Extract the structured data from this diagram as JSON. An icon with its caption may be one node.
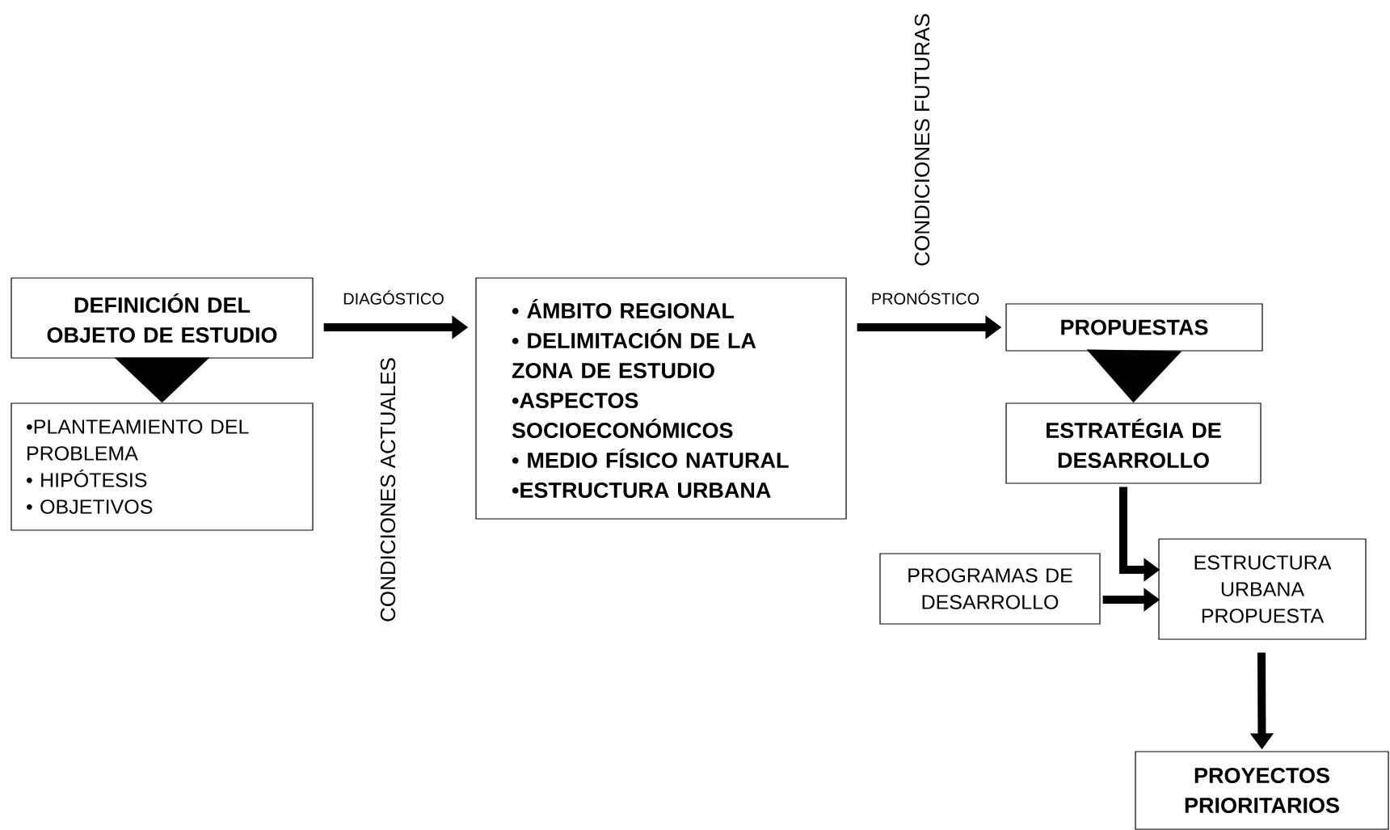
{
  "diagram": {
    "nodes": [
      {
        "text": [
          "DEFINICIÓN DEL OBJETO DE ESTUDIO"
        ]
      },
      {
        "text": [
          "•PLANTEAMIENTO DEL PROBLEMA",
          "• HIPÓTESIS",
          "• OBJETIVOS"
        ]
      },
      {
        "text": [
          "• ÁMBITO REGIONAL",
          "• DELIMITACIÓN DE LA ZONA DE ESTUDIO",
          "•ASPECTOS SOCIOECONÓMICOS",
          "• MEDIO FÍSICO NATURAL",
          "•ESTRUCTURA URBANA"
        ]
      },
      {
        "text": [
          "PROPUESTAS"
        ]
      },
      {
        "text": [
          "ESTRATÉGIA DE DESARROLLO"
        ]
      },
      {
        "text": [
          "PROGRAMAS DE DESARROLLO"
        ]
      },
      {
        "text": [
          "ESTRUCTURA URBANA PROPUESTA"
        ]
      },
      {
        "text": [
          "PROYECTOS PRIORITARIOS"
        ]
      }
    ],
    "edges": [
      {
        "from": 0,
        "to": 1,
        "arrow": "to"
      },
      {
        "from": 0,
        "to": 2,
        "arrow": "to",
        "label": "DIAGÓSTICO"
      },
      {
        "from": 2,
        "to": 3,
        "arrow": "to",
        "label": "PRONÓSTICO"
      },
      {
        "from": 3,
        "to": 4,
        "arrow": "to"
      },
      {
        "from": 4,
        "to": 6,
        "arrow": "to"
      },
      {
        "from": 5,
        "to": 6,
        "arrow": "to"
      },
      {
        "from": 6,
        "to": 7,
        "arrow": "to"
      }
    ],
    "labels": [
      "CONDICIONES FUTURAS",
      "CONDICIONES ACTUALES"
    ]
  }
}
